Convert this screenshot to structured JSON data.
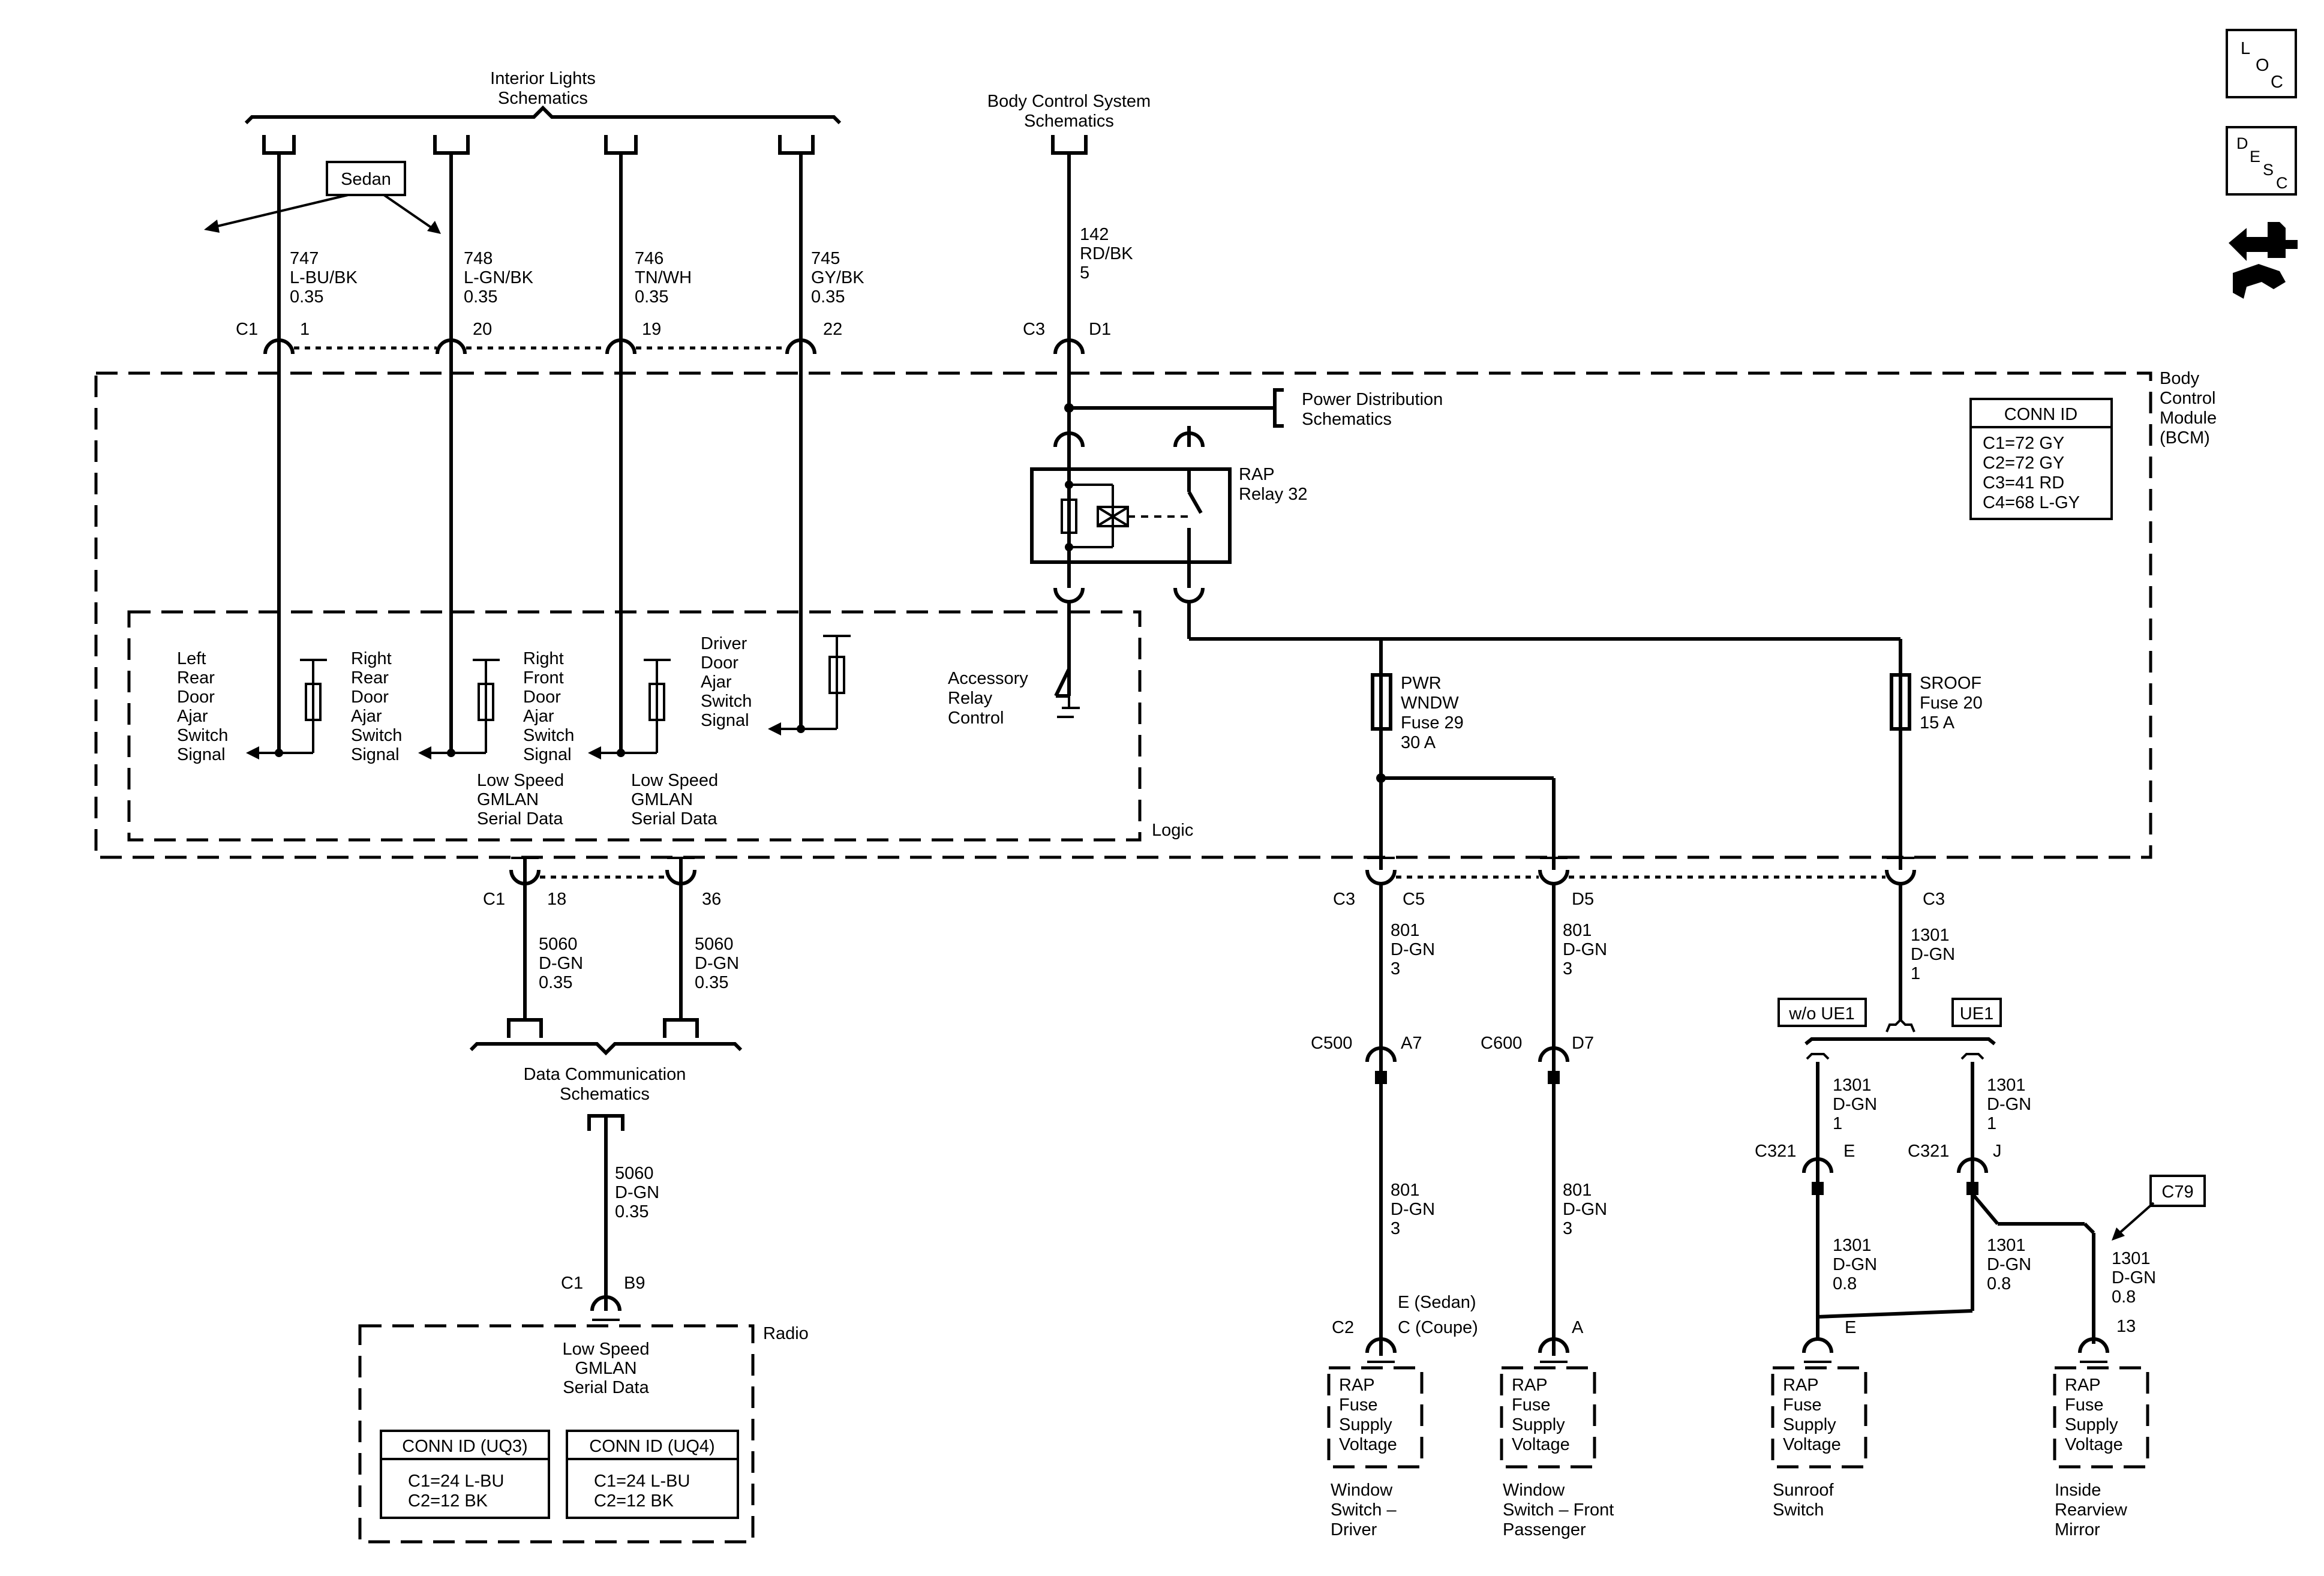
{
  "interior_lights": {
    "line1": "Interior Lights",
    "line2": "Schematics"
  },
  "body_control_sys": {
    "line1": "Body Control System",
    "line2": "Schematics"
  },
  "sedan_tag": "Sedan",
  "c1_top_label": "C1",
  "c3_top_label": "C3",
  "wires_top": [
    {
      "circuit": "747",
      "color": "L-BU/BK",
      "gauge": "0.35",
      "pin": "1"
    },
    {
      "circuit": "748",
      "color": "L-GN/BK",
      "gauge": "0.35",
      "pin": "20"
    },
    {
      "circuit": "746",
      "color": "TN/WH",
      "gauge": "0.35",
      "pin": "19"
    },
    {
      "circuit": "745",
      "color": "GY/BK",
      "gauge": "0.35",
      "pin": "22"
    }
  ],
  "wire_142": {
    "circuit": "142",
    "color": "RD/BK",
    "gauge": "5",
    "pin": "D1"
  },
  "power_dist": {
    "line1": "Power Distribution",
    "line2": "Schematics"
  },
  "bcm": {
    "line1": "Body",
    "line2": "Control",
    "line3": "Module",
    "line4": "(BCM)"
  },
  "bcm_conn": {
    "title": "CONN ID",
    "rows": [
      "C1=72 GY",
      "C2=72 GY",
      "C3=41 RD",
      "C4=68 L-GY"
    ]
  },
  "relay": {
    "line1": "RAP",
    "line2": "Relay 32"
  },
  "accessory": {
    "line1": "Accessory",
    "line2": "Relay",
    "line3": "Control"
  },
  "signals": [
    {
      "lines": [
        "Left",
        "Rear",
        "Door",
        "Ajar",
        "Switch",
        "Signal"
      ]
    },
    {
      "lines": [
        "Right",
        "Rear",
        "Door",
        "Ajar",
        "Switch",
        "Signal"
      ]
    },
    {
      "lines": [
        "Right",
        "Front",
        "Door",
        "Ajar",
        "Switch",
        "Signal"
      ]
    },
    {
      "lines": [
        "Driver",
        "Door",
        "Ajar",
        "Switch",
        "Signal"
      ]
    }
  ],
  "gmlan_labels": [
    {
      "line1": "Low Speed",
      "line2": "GMLAN",
      "line3": "Serial Data"
    },
    {
      "line1": "Low Speed",
      "line2": "GMLAN",
      "line3": "Serial Data"
    }
  ],
  "logic_label": "Logic",
  "fuse_pwr": {
    "line1": "PWR",
    "line2": "WNDW",
    "line3": "Fuse 29",
    "line4": "30 A"
  },
  "fuse_sroof": {
    "line1": "SROOF",
    "line2": "Fuse 20",
    "line3": "15 A"
  },
  "c1_bottom": {
    "conn": "C1",
    "pin_a": "18",
    "pin_b": "36"
  },
  "wire_5060": {
    "circuit": "5060",
    "color": "D-GN",
    "gauge": "0.35"
  },
  "data_comm": {
    "line1": "Data Communication",
    "line2": "Schematics"
  },
  "radio_pin": {
    "conn": "C1",
    "pin": "B9"
  },
  "radio": {
    "title": "Radio",
    "gmlan": {
      "line1": "Low Speed",
      "line2": "GMLAN",
      "line3": "Serial Data"
    },
    "conn_uq3": {
      "title": "CONN ID (UQ3)",
      "row1": "C1=24 L-BU",
      "row2": "C2=12 BK"
    },
    "conn_uq4": {
      "title": "CONN ID (UQ4)",
      "row1": "C1=24 L-BU",
      "row2": "C2=12 BK"
    }
  },
  "c3_bottom": {
    "conn": "C3",
    "pin_c5": "C5",
    "pin_d5": "D5",
    "conn_right": "C3"
  },
  "wire_801": {
    "circuit": "801",
    "color": "D-GN",
    "gauge": "3"
  },
  "wire_1301_top": {
    "circuit": "1301",
    "color": "D-GN",
    "gauge": "1"
  },
  "options": {
    "wo_ue1": "w/o UE1",
    "ue1": "UE1"
  },
  "c500": {
    "conn": "C500",
    "pin": "A7"
  },
  "c600": {
    "conn": "C600",
    "pin": "D7"
  },
  "c321_e": {
    "conn": "C321",
    "pin": "E"
  },
  "c321_j": {
    "conn": "C321",
    "pin": "J"
  },
  "wire_1301_08": {
    "circuit": "1301",
    "color": "D-GN",
    "gauge": "0.8"
  },
  "c79": "C79",
  "c2_label": {
    "conn": "C2",
    "line1": "E (Sedan)",
    "line2": "C (Coupe)"
  },
  "pin_a": "A",
  "pin_e": "E",
  "pin_13": "13",
  "rap_box": {
    "line1": "RAP",
    "line2": "Fuse",
    "line3": "Supply",
    "line4": "Voltage"
  },
  "components": [
    {
      "line1": "Window",
      "line2": "Switch –",
      "line3": "Driver"
    },
    {
      "line1": "Window",
      "line2": "Switch – Front",
      "line3": "Passenger"
    },
    {
      "line1": "Sunroof",
      "line2": "Switch",
      "line3": ""
    },
    {
      "line1": "Inside",
      "line2": "Rearview",
      "line3": "Mirror"
    }
  ],
  "side_icons": {
    "loc": {
      "a": "L",
      "b": "O",
      "c": "C"
    },
    "desc": {
      "a": "D",
      "b": "E",
      "c": "S",
      "d": "C"
    }
  }
}
